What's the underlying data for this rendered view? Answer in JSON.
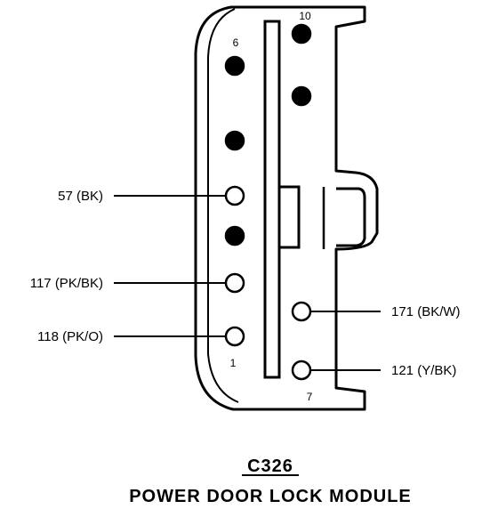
{
  "connector": {
    "id": "C326",
    "name": "POWER DOOR LOCK MODULE",
    "pin_numbers": {
      "top_right": "10",
      "top_left": "6",
      "bottom_left": "1",
      "bottom_right": "7"
    }
  },
  "wires": {
    "left": [
      {
        "circuit": "57 (BK)"
      },
      {
        "circuit": "117 (PK/BK)"
      },
      {
        "circuit": "118 (PK/O)"
      }
    ],
    "right": [
      {
        "circuit": "171 (BK/W)"
      },
      {
        "circuit": "121 (Y/BK)"
      }
    ]
  },
  "pins": {
    "left_column": [
      "filled",
      "filled",
      "empty",
      "filled",
      "empty",
      "empty"
    ],
    "right_column": [
      "filled",
      "filled",
      "empty",
      "empty"
    ]
  },
  "colors": {
    "line": "#000000",
    "background": "#ffffff"
  }
}
